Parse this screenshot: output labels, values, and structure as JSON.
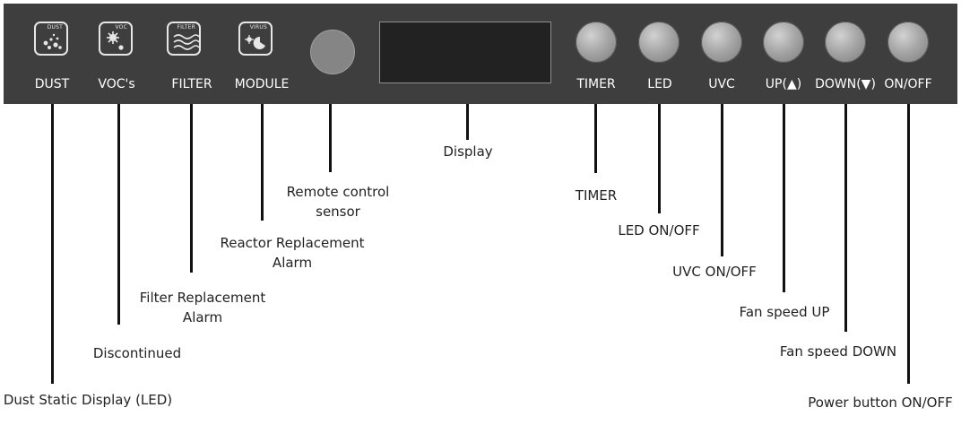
{
  "panel": {
    "indicators": [
      {
        "icon_text": "DUST",
        "label": "DUST"
      },
      {
        "icon_text": "VOC",
        "label": "VOC's"
      },
      {
        "icon_text": "FILTER",
        "label": "FILTER"
      },
      {
        "icon_text": "VIRUS",
        "label": "MODULE"
      }
    ],
    "buttons": [
      "TIMER",
      "LED",
      "UVC",
      "UP(▲)",
      "DOWN(▼)",
      "ON/OFF"
    ]
  },
  "callouts": {
    "dust": "Dust Static Display (LED)",
    "voc": "Discontinued",
    "filter_1": "Filter Replacement",
    "filter_2": "Alarm",
    "module_1": "Reactor Replacement",
    "module_2": "Alarm",
    "sensor_1": "Remote control",
    "sensor_2": "sensor",
    "display": "Display",
    "timer": "TIMER",
    "led": "LED ON/OFF",
    "uvc": "UVC ON/OFF",
    "up": "Fan speed UP",
    "down": "Fan speed DOWN",
    "onoff": "Power button ON/OFF"
  }
}
